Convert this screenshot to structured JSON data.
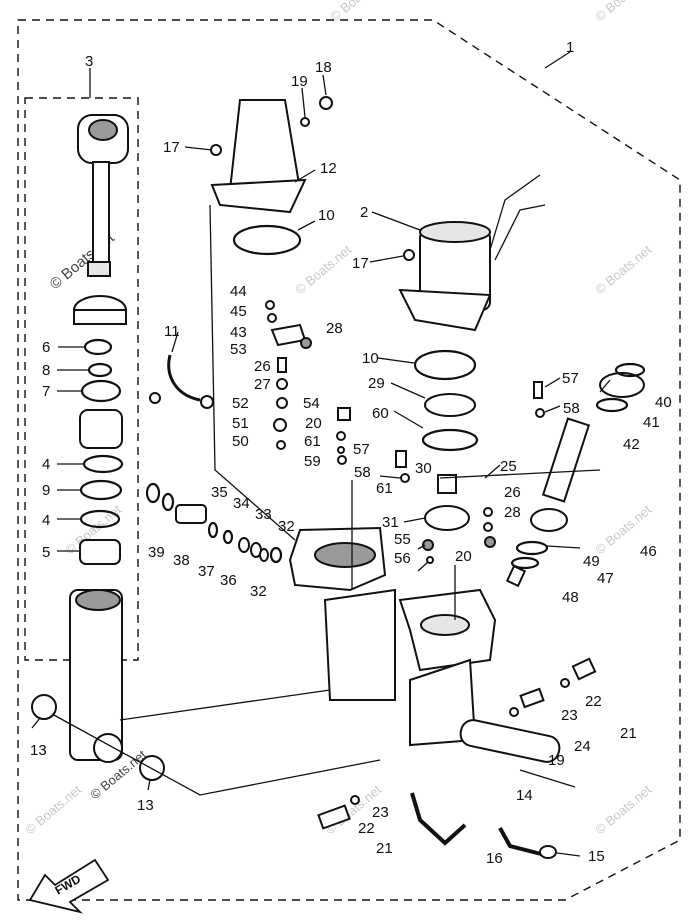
{
  "diagram": {
    "watermark": "© Boats.net",
    "fwd_label": "FWD",
    "callouts": [
      {
        "id": "c1",
        "text": "1"
      },
      {
        "id": "c2",
        "text": "2"
      },
      {
        "id": "c3",
        "text": "3"
      },
      {
        "id": "c4a",
        "text": "4"
      },
      {
        "id": "c4b",
        "text": "4"
      },
      {
        "id": "c5",
        "text": "5"
      },
      {
        "id": "c6",
        "text": "6"
      },
      {
        "id": "c7",
        "text": "7"
      },
      {
        "id": "c8",
        "text": "8"
      },
      {
        "id": "c9",
        "text": "9"
      },
      {
        "id": "c10a",
        "text": "10"
      },
      {
        "id": "c10b",
        "text": "10"
      },
      {
        "id": "c11",
        "text": "11"
      },
      {
        "id": "c12",
        "text": "12"
      },
      {
        "id": "c13a",
        "text": "13"
      },
      {
        "id": "c13b",
        "text": "13"
      },
      {
        "id": "c14",
        "text": "14"
      },
      {
        "id": "c15",
        "text": "15"
      },
      {
        "id": "c16",
        "text": "16"
      },
      {
        "id": "c17a",
        "text": "17"
      },
      {
        "id": "c17b",
        "text": "17"
      },
      {
        "id": "c18",
        "text": "18"
      },
      {
        "id": "c19a",
        "text": "19"
      },
      {
        "id": "c19b",
        "text": "19"
      },
      {
        "id": "c20a",
        "text": "20"
      },
      {
        "id": "c20b",
        "text": "20"
      },
      {
        "id": "c21a",
        "text": "21"
      },
      {
        "id": "c21b",
        "text": "21"
      },
      {
        "id": "c22a",
        "text": "22"
      },
      {
        "id": "c22b",
        "text": "22"
      },
      {
        "id": "c23a",
        "text": "23"
      },
      {
        "id": "c23b",
        "text": "23"
      },
      {
        "id": "c24",
        "text": "24"
      },
      {
        "id": "c25",
        "text": "25"
      },
      {
        "id": "c26a",
        "text": "26"
      },
      {
        "id": "c26b",
        "text": "26"
      },
      {
        "id": "c27",
        "text": "27"
      },
      {
        "id": "c28a",
        "text": "28"
      },
      {
        "id": "c28b",
        "text": "28"
      },
      {
        "id": "c29",
        "text": "29"
      },
      {
        "id": "c30",
        "text": "30"
      },
      {
        "id": "c31",
        "text": "31"
      },
      {
        "id": "c32a",
        "text": "32"
      },
      {
        "id": "c32b",
        "text": "32"
      },
      {
        "id": "c33",
        "text": "33"
      },
      {
        "id": "c34",
        "text": "34"
      },
      {
        "id": "c35",
        "text": "35"
      },
      {
        "id": "c36",
        "text": "36"
      },
      {
        "id": "c37",
        "text": "37"
      },
      {
        "id": "c38",
        "text": "38"
      },
      {
        "id": "c39",
        "text": "39"
      },
      {
        "id": "c40",
        "text": "40"
      },
      {
        "id": "c41",
        "text": "41"
      },
      {
        "id": "c42",
        "text": "42"
      },
      {
        "id": "c43",
        "text": "43"
      },
      {
        "id": "c44",
        "text": "44"
      },
      {
        "id": "c45",
        "text": "45"
      },
      {
        "id": "c46",
        "text": "46"
      },
      {
        "id": "c47",
        "text": "47"
      },
      {
        "id": "c48",
        "text": "48"
      },
      {
        "id": "c49",
        "text": "49"
      },
      {
        "id": "c50",
        "text": "50"
      },
      {
        "id": "c51",
        "text": "51"
      },
      {
        "id": "c52",
        "text": "52"
      },
      {
        "id": "c53",
        "text": "53"
      },
      {
        "id": "c54",
        "text": "54"
      },
      {
        "id": "c55",
        "text": "55"
      },
      {
        "id": "c56",
        "text": "56"
      },
      {
        "id": "c57a",
        "text": "57"
      },
      {
        "id": "c57b",
        "text": "57"
      },
      {
        "id": "c58a",
        "text": "58"
      },
      {
        "id": "c58b",
        "text": "58"
      },
      {
        "id": "c59",
        "text": "59"
      },
      {
        "id": "c60",
        "text": "60"
      },
      {
        "id": "c61a",
        "text": "61"
      },
      {
        "id": "c61b",
        "text": "61"
      }
    ]
  }
}
